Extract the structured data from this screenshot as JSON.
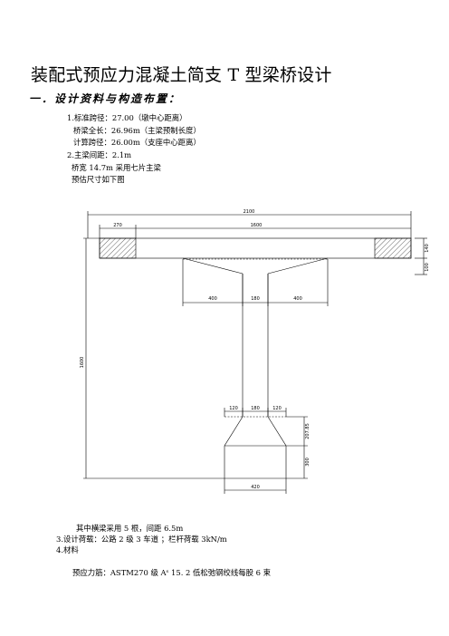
{
  "title": "装配式预应力混凝土简支 T 型梁桥设计",
  "section_heading": "一．设计资料与构造布置：",
  "lines": [
    "1.标准跨径：27.00（墩中心距离）",
    "桥梁全长：26.96m（主梁预制长度）",
    "计算跨径：26.00m（支座中心距离）",
    "2.主梁间距：2.1m",
    "桥宽  14.7m     采用七片主梁",
    "预估尺寸如下图"
  ],
  "drawing": {
    "dims": {
      "total_width": "2100",
      "left_part": "270",
      "middle_part": "1600",
      "flange_thk": "140",
      "haunch_depth": "100",
      "bottom_400_left": "400",
      "web_180": "180",
      "bottom_400_right": "400",
      "height": "1600",
      "b120_left": "120",
      "b180": "180",
      "b120_right": "120",
      "taper_h": "207.85",
      "foot_h": "300",
      "bulb_w": "420"
    }
  },
  "notes": [
    "其中横梁采用 5 根，间距 6.5m",
    "3.设计荷载：公路 2 级 3 车道 ；栏杆荷载 3kN/m",
    "4.材料",
    "预应力筋：ASTM270 级 Aˢ 15. 2 低松弛钢绞线每股 6 束"
  ]
}
